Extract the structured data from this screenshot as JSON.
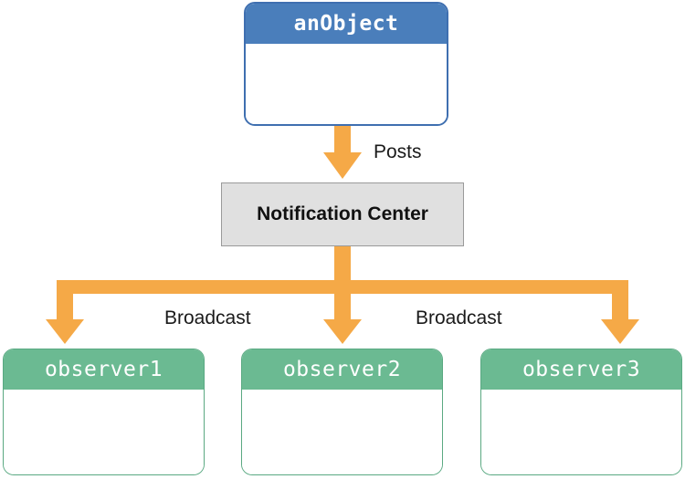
{
  "diagram": {
    "title": "Notification Center broadcast diagram",
    "palette": {
      "publisher_header": "#4a7ebb",
      "publisher_border": "#3f6fb0",
      "observer_header": "#6bba92",
      "observer_border": "#5aa982",
      "hub_fill": "#e0e0e0",
      "hub_border": "#9a9a9a",
      "arrow": "#f5a947",
      "box_body": "#ffffff",
      "label_text": "#1a1a1a",
      "background": "#ffffff"
    },
    "publisher": {
      "name": "anObject",
      "kind": "object-box",
      "body_text": ""
    },
    "hub": {
      "name": "Notification Center",
      "kind": "process-box"
    },
    "observers": [
      {
        "name": "observer1",
        "kind": "object-box",
        "body_text": ""
      },
      {
        "name": "observer2",
        "kind": "object-box",
        "body_text": ""
      },
      {
        "name": "observer3",
        "kind": "object-box",
        "body_text": ""
      }
    ],
    "edges": [
      {
        "id": "posts",
        "label": "Posts",
        "from": "anObject",
        "to": "Notification Center"
      },
      {
        "id": "broadcast-left",
        "label": "Broadcast",
        "from": "Notification Center",
        "to": "observer1"
      },
      {
        "id": "broadcast-mid",
        "label": "",
        "from": "Notification Center",
        "to": "observer2"
      },
      {
        "id": "broadcast-right",
        "label": "Broadcast",
        "from": "Notification Center",
        "to": "observer3"
      }
    ]
  }
}
